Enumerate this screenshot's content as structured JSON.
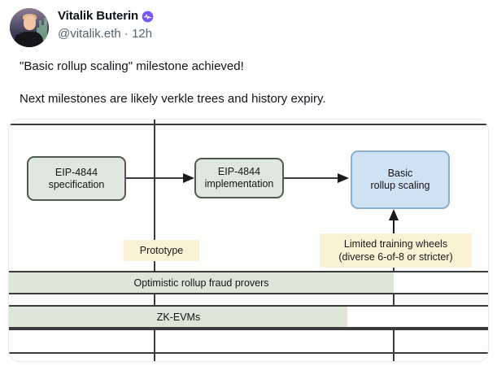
{
  "tweet": {
    "display_name": "Vitalik Buterin",
    "verified_badge_icon": "purple-wave-verified-icon",
    "handle": "@vitalik.eth",
    "separator": "·",
    "timestamp": "12h",
    "handle_line": "@vitalik.eth · 12h",
    "paragraphs": [
      "\"Basic rollup scaling\" milestone achieved!",
      "Next milestones are likely verkle trees and history expiry."
    ]
  },
  "diagram": {
    "nodes": [
      {
        "id": "eip4844-spec",
        "label_line1": "EIP-4844",
        "label_line2": "specification",
        "style": "green"
      },
      {
        "id": "eip4844-impl",
        "label_line1": "EIP-4844",
        "label_line2": "implementation",
        "style": "green"
      },
      {
        "id": "basic-rollup-scaling",
        "label_line1": "Basic",
        "label_line2": "rollup scaling",
        "style": "blue"
      }
    ],
    "tags": [
      {
        "id": "prototype",
        "line1": "Prototype",
        "line2": ""
      },
      {
        "id": "limited-training-wheels",
        "line1": "Limited training wheels",
        "line2": "(diverse 6-of-8 or stricter)"
      }
    ],
    "bars": [
      {
        "id": "optimistic-rollup-fraud-provers",
        "label": "Optimistic rollup fraud provers"
      },
      {
        "id": "zk-evms",
        "label": "ZK-EVMs"
      }
    ],
    "colors": {
      "green_fill": "#dfe8dc",
      "green_stroke": "#4f5a50",
      "blue_fill": "#cfe2f3",
      "blue_stroke": "#8bb0cf",
      "tag_fill": "#fbf2d5",
      "bar_fill": "#dce7d8",
      "line": "#3b3b3b"
    }
  }
}
